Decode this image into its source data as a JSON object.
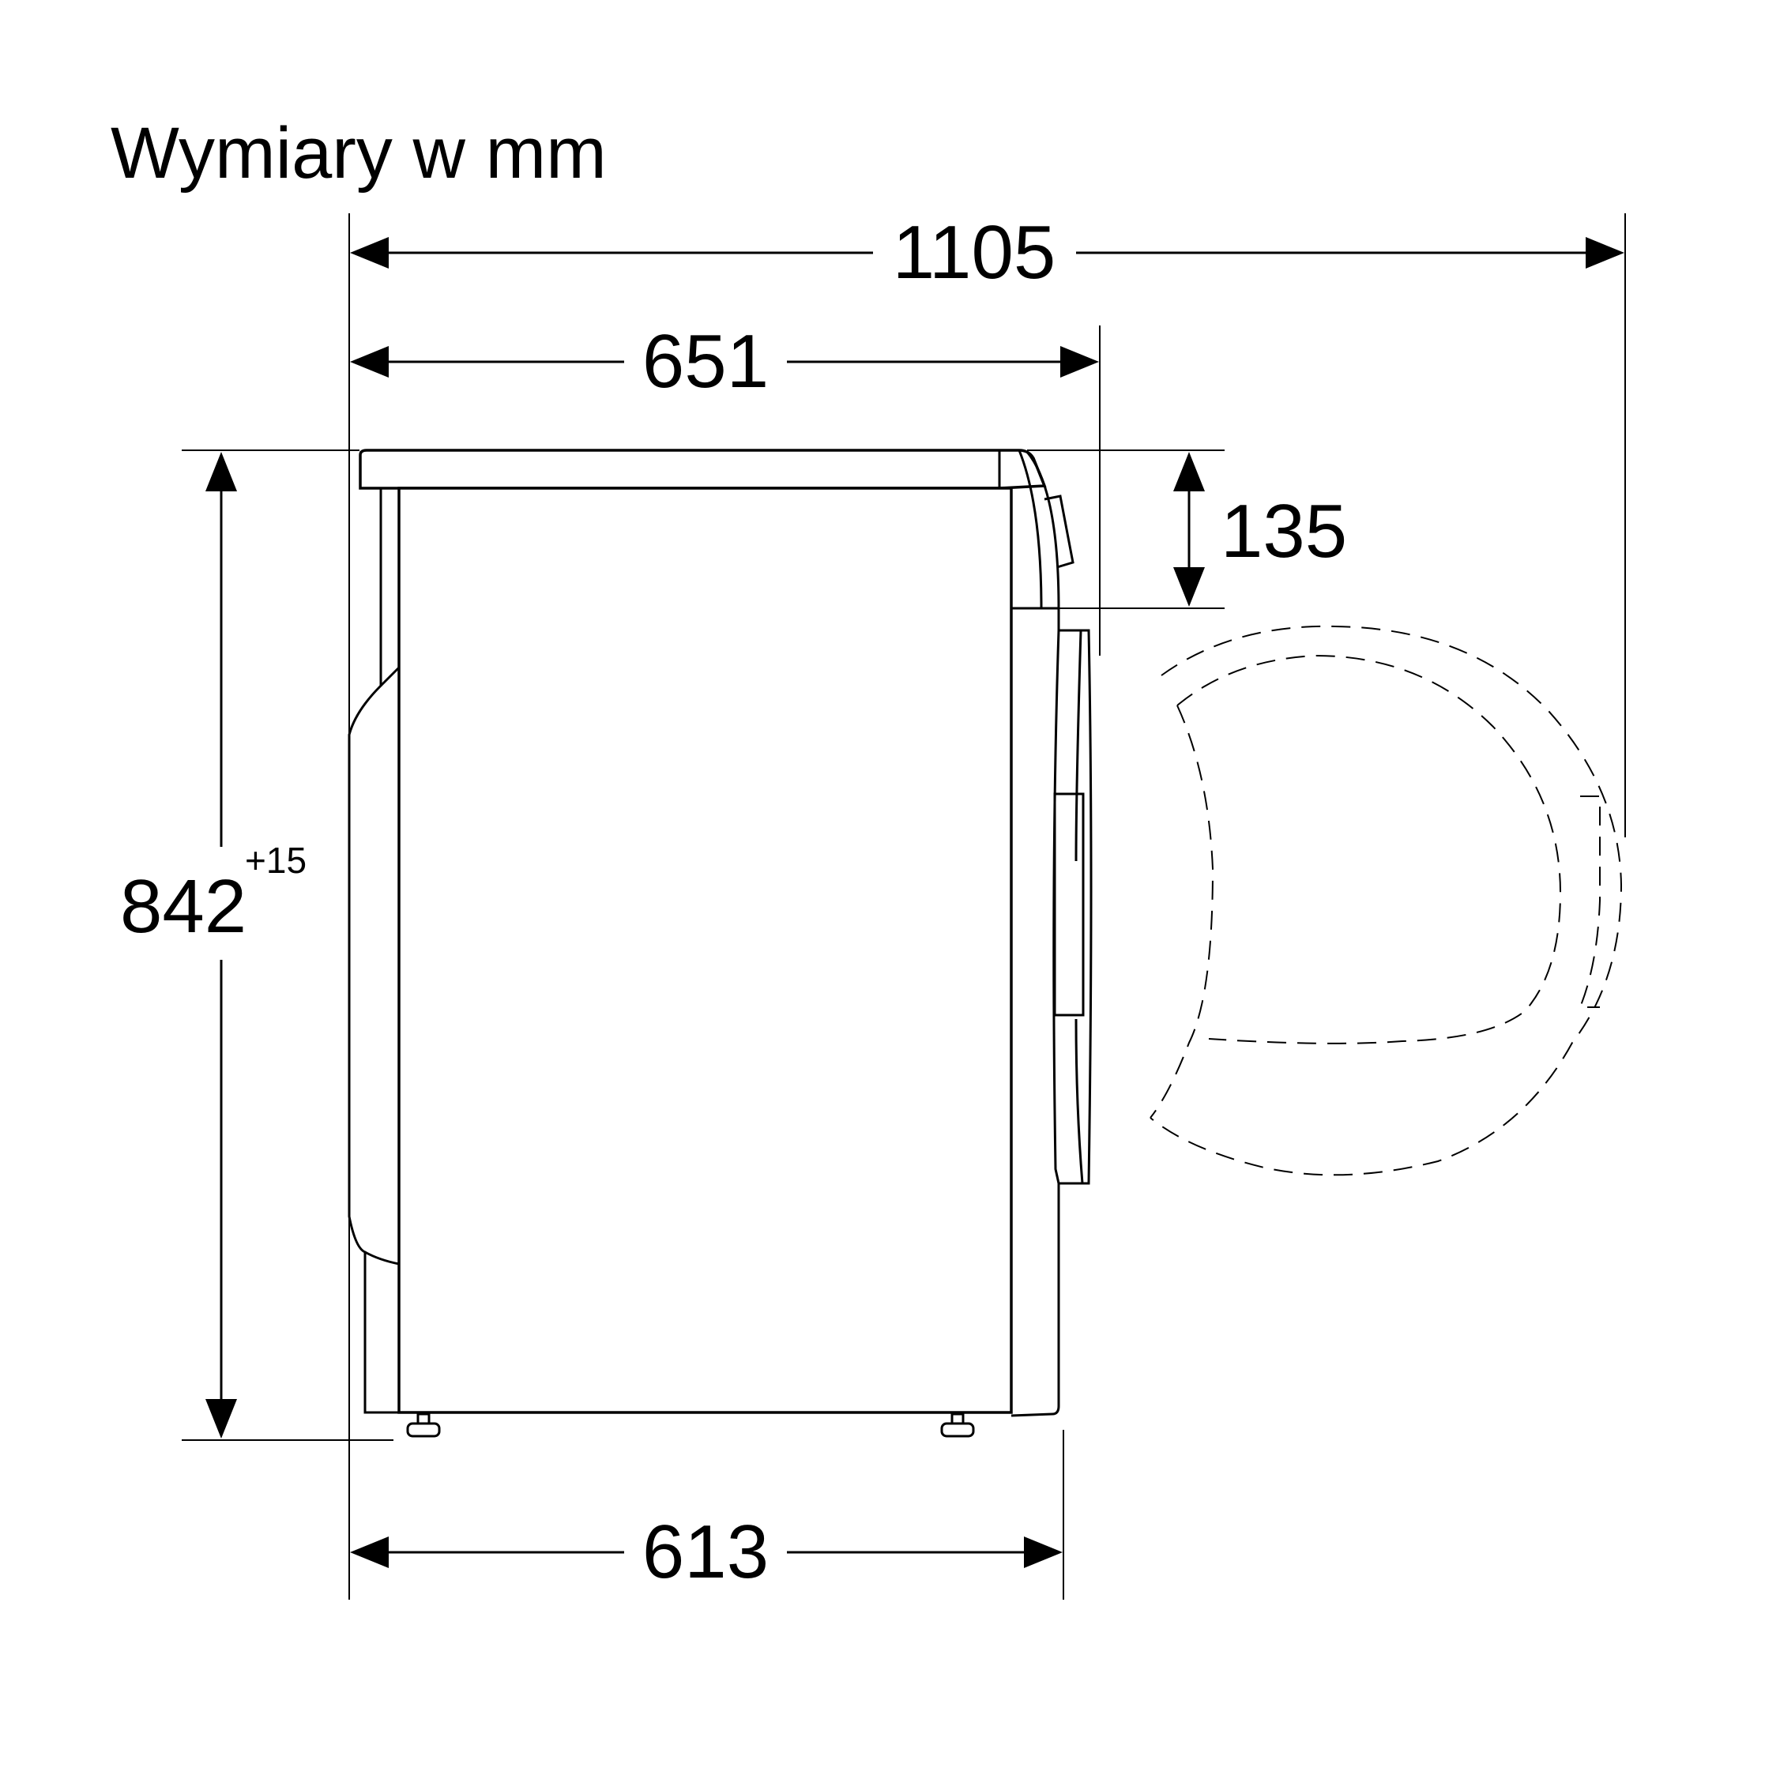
{
  "title": "Wymiary w mm",
  "dimensions": {
    "total_depth_door_open": "1105",
    "depth_with_door": "651",
    "control_panel_height": "135",
    "height": "842",
    "height_tolerance": "+15",
    "depth_body": "613"
  },
  "colors": {
    "line": "#000000",
    "background": "#ffffff"
  }
}
